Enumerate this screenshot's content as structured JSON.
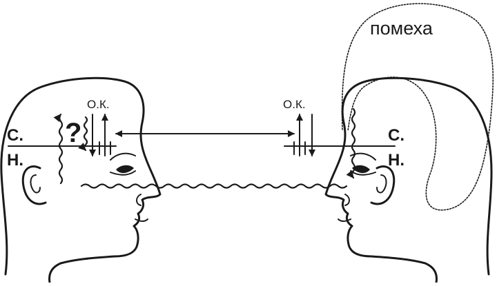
{
  "labels": {
    "left_ok": "О.К.",
    "right_ok": "О.К.",
    "left_s": "С.",
    "left_n": "Н.",
    "right_s": "С.",
    "right_n": "Н.",
    "question": "?",
    "noise": "помеха"
  },
  "colors": {
    "ink": "#1a1a1a",
    "background": "#ffffff"
  }
}
